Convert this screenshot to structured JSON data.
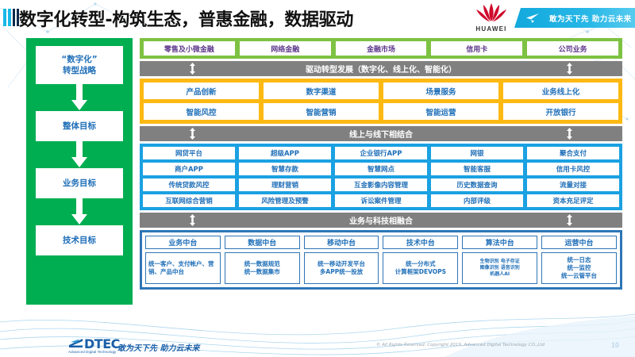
{
  "header": {
    "title": "数字化转型-构筑生态，普惠金融，数据驱动",
    "brand": "HUAWEI",
    "ribbon_text": "敢为天下先 助力云未来"
  },
  "strategy_column": {
    "items": [
      {
        "label_line1": "“数字化”",
        "label_line2": "转型战略"
      },
      {
        "label_line1": "整体目标",
        "label_line2": ""
      },
      {
        "label_line1": "业务目标",
        "label_line2": ""
      },
      {
        "label_line1": "技术目标",
        "label_line2": ""
      }
    ]
  },
  "business_lines": {
    "cells": [
      "零售及小微金融",
      "网络金融",
      "金融市场",
      "信用卡",
      "公司业务"
    ]
  },
  "connector_bars": {
    "bar1": "驱动转型发展（数字化、线上化、智能化）",
    "bar2": "线上与线下相结合",
    "bar3": "业务与科技相融合"
  },
  "overall_goals": {
    "rows": [
      [
        "产品创新",
        "数字渠道",
        "场景服务",
        "业务线上化"
      ],
      [
        "智能风控",
        "智能营销",
        "智能运营",
        "开放银行"
      ]
    ]
  },
  "business_goals": {
    "rows": [
      [
        "网贷平台",
        "超级APP",
        "企业银行APP",
        "网银",
        "聚合支付"
      ],
      [
        "商户APP",
        "智慧存款",
        "智慧网点",
        "智能客服",
        "信用卡风控"
      ],
      [
        "传统贷款风控",
        "理财营销",
        "互金影像内容管理",
        "历史数据查询",
        "流量对接"
      ],
      [
        "互联网综合营销",
        "风险管理及预警",
        "诉讼案件管理",
        "内部评级",
        "资本充足评定"
      ]
    ]
  },
  "tech_goals": {
    "columns": [
      {
        "head": "业务中台",
        "body": "统一客户、支付帐户、营销、产品中台",
        "style": "left"
      },
      {
        "head": "数据中台",
        "body": "统一数据规范\n统一数据集市",
        "style": "center"
      },
      {
        "head": "移动中台",
        "body": "统一移动开发平台\n多APP统一投放",
        "style": "center"
      },
      {
        "head": "技术中台",
        "body": "统一分布式\n计算框架DEVOPS",
        "style": "center"
      },
      {
        "head": "算法中台",
        "body": "生物识别 电子存证\n图像识别 语音识别\n机器人AI",
        "style": "tiny"
      },
      {
        "head": "运营中台",
        "body": "统一日志\n统一监控\n统一云管平台",
        "style": "center"
      }
    ]
  },
  "footer": {
    "logo_name": "DTEC",
    "logo_sub": "Advanced Digital Technology",
    "slogan": "敢为天下先   助力云未来",
    "copyright": "© All Rights Reserved. Copyright 2019, Advanced Digital Technology CO.,Ltd",
    "page_number": "10"
  },
  "colors": {
    "green_sidebar": "#00ae52",
    "green_band": "#7dc242",
    "orange": "#fdb913",
    "blue": "#1ba1e2",
    "dark_blue": "#2e75b6",
    "gray_bar": "#808080",
    "text_blue": "#1f6fb8",
    "purple_text": "#5f3a8c",
    "huawei_red": "#cf0a2c"
  }
}
